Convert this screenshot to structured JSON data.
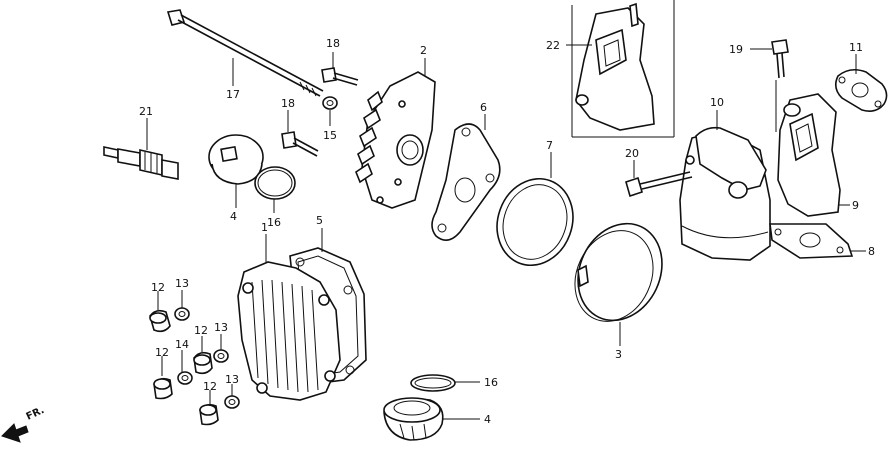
{
  "labels": {
    "p1": "1",
    "p2": "2",
    "p3": "3",
    "p4a": "4",
    "p4b": "4",
    "p5": "5",
    "p6": "6",
    "p7": "7",
    "p8": "8",
    "p9": "9",
    "p10": "10",
    "p11": "11",
    "p12a": "12",
    "p12b": "12",
    "p12c": "12",
    "p12d": "12",
    "p13a": "13",
    "p13b": "13",
    "p13c": "13",
    "p14": "14",
    "p15": "15",
    "p16a": "16",
    "p16b": "16",
    "p17": "17",
    "p18a": "18",
    "p18b": "18",
    "p19": "19",
    "p20": "20",
    "p21": "21",
    "p22": "22"
  },
  "direction": "FR."
}
